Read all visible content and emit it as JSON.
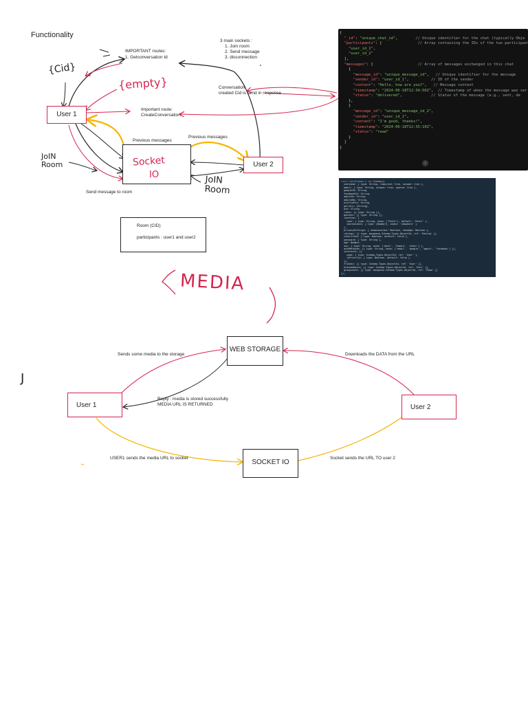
{
  "page": {
    "title": "Functionality"
  },
  "top": {
    "important_routes": [
      "IMPORTANT routes:",
      "1.  Getconversation Id"
    ],
    "main_sockets_title": "3 main sockets :",
    "main_sockets": [
      "1.   Join room",
      "2.   Send message",
      "3.   disconnection"
    ],
    "conversation_note": [
      "Conversation",
      "created Cid is send in response"
    ],
    "create_route": [
      "Important route:",
      "CreateConversation"
    ],
    "prev_messages_left": "Previous messages",
    "prev_messages_right": "Previous messages",
    "send_message": "Send message to room",
    "room_box": [
      "Room (CID)",
      "participants : user1 and user2"
    ],
    "user1": "User 1",
    "user2": "User 2",
    "handwritten": {
      "cid": "{Cid}",
      "empty": "{empty}",
      "join_room_left": [
        "JoIN",
        "Room"
      ],
      "join_room_right": [
        "JoIN",
        "Room"
      ],
      "socket_io": [
        "Socket",
        "IO"
      ]
    }
  },
  "code_chat": [
    [
      [
        "p",
        "{"
      ]
    ],
    [
      [
        "p",
        "  "
      ],
      [
        "k",
        "\"_id\""
      ],
      [
        "p",
        ": "
      ],
      [
        "s",
        "\"unique_chat_id\""
      ],
      [
        "p",
        ",        "
      ],
      [
        "c",
        "// Unique identifier for the chat (typically Obje"
      ]
    ],
    [
      [
        "p",
        "  "
      ],
      [
        "k",
        "\"participants\""
      ],
      [
        "p",
        ": ["
      ],
      [
        "p",
        "                "
      ],
      [
        "c",
        "// Array containing the IDs of the two participant"
      ]
    ],
    [
      [
        "p",
        "    "
      ],
      [
        "s",
        "\"user_id_1\""
      ],
      [
        "p",
        ","
      ]
    ],
    [
      [
        "p",
        "    "
      ],
      [
        "s",
        "\"user_id_2\""
      ]
    ],
    [
      [
        "p",
        "  ],"
      ]
    ],
    [
      [
        "p",
        "  "
      ],
      [
        "k",
        "\"messages\""
      ],
      [
        "p",
        ": ["
      ],
      [
        "p",
        "                    "
      ],
      [
        "c",
        "// Array of messages exchanged in this chat"
      ]
    ],
    [
      [
        "p",
        "    {"
      ]
    ],
    [
      [
        "p",
        "      "
      ],
      [
        "k",
        "\"message_id\""
      ],
      [
        "p",
        ": "
      ],
      [
        "s",
        "\"unique_message_id\""
      ],
      [
        "p",
        ",   "
      ],
      [
        "c",
        "// Unique identifier for the message"
      ]
    ],
    [
      [
        "p",
        "      "
      ],
      [
        "k",
        "\"sender_id\""
      ],
      [
        "p",
        ": "
      ],
      [
        "s",
        "\"user_id_1\""
      ],
      [
        "p",
        ",          "
      ],
      [
        "c",
        "// ID of the sender"
      ]
    ],
    [
      [
        "p",
        "      "
      ],
      [
        "k",
        "\"content\""
      ],
      [
        "p",
        ": "
      ],
      [
        "s",
        "\"Hello, how are you?\""
      ],
      [
        "p",
        ",   "
      ],
      [
        "c",
        "// Message content"
      ]
    ],
    [
      [
        "p",
        "      "
      ],
      [
        "k",
        "\"timestamp\""
      ],
      [
        "p",
        ": "
      ],
      [
        "s",
        "\"2024-06-18T12:34:56Z\""
      ],
      [
        "p",
        ",  "
      ],
      [
        "c",
        "// Timestamp of when the message was ser"
      ]
    ],
    [
      [
        "p",
        "      "
      ],
      [
        "k",
        "\"status\""
      ],
      [
        "p",
        ": "
      ],
      [
        "s",
        "\"delivered\""
      ],
      [
        "p",
        ",             "
      ],
      [
        "c",
        "// Status of the message (e.g., sent, de"
      ]
    ],
    [
      [
        "p",
        "    },"
      ]
    ],
    [
      [
        "p",
        "    {"
      ]
    ],
    [
      [
        "p",
        "      "
      ],
      [
        "k",
        "\"message_id\""
      ],
      [
        "p",
        ": "
      ],
      [
        "s",
        "\"unique_message_id_2\""
      ],
      [
        "p",
        ","
      ]
    ],
    [
      [
        "p",
        "      "
      ],
      [
        "k",
        "\"sender_id\""
      ],
      [
        "p",
        ": "
      ],
      [
        "s",
        "\"user_id_2\""
      ],
      [
        "p",
        ","
      ]
    ],
    [
      [
        "p",
        "      "
      ],
      [
        "k",
        "\"content\""
      ],
      [
        "p",
        ": "
      ],
      [
        "s",
        "\"I'm good, thanks!\""
      ],
      [
        "p",
        ","
      ]
    ],
    [
      [
        "p",
        "      "
      ],
      [
        "k",
        "\"timestamp\""
      ],
      [
        "p",
        ": "
      ],
      [
        "s",
        "\"2024-06-18T12:35:10Z\""
      ],
      [
        "p",
        ","
      ]
    ],
    [
      [
        "p",
        "      "
      ],
      [
        "k",
        "\"status\""
      ],
      [
        "p",
        ": "
      ],
      [
        "s",
        "\"read\""
      ]
    ],
    [
      [
        "p",
        "    }"
      ]
    ],
    [
      [
        "p",
        "  ]"
      ]
    ],
    [
      [
        "p",
        "}"
      ]
    ]
  ],
  "code_schema": [
    [
      [
        "k",
        "const "
      ],
      [
        "b",
        "userSchema"
      ],
      [
        "p",
        " = "
      ],
      [
        "k",
        "new "
      ],
      [
        "y",
        "Schema"
      ],
      [
        "p",
        "({"
      ]
    ],
    [
      [
        "p",
        "  username: { type: String, required: true, unique: true },"
      ]
    ],
    [
      [
        "p",
        "  email: { type: String, unique: true, sparse: true },"
      ]
    ],
    [
      [
        "p",
        "  googleId: String,"
      ]
    ],
    [
      [
        "p",
        "  facebookId: String,"
      ]
    ],
    [
      [
        "p",
        "  appleId: String,"
      ]
    ],
    [
      [
        "p",
        "  mobileNo: String,"
      ]
    ],
    [
      [
        "p",
        "  profilePic: String,"
      ]
    ],
    [
      [
        "p",
        "  gallery: [String],"
      ]
    ],
    [
      [
        "p",
        "  bio: String,"
      ]
    ],
    [
      [
        "p",
        "  likes: [{ type: String }],"
      ]
    ],
    [
      [
        "p",
        "  matches: [{ type: String }],"
      ]
    ],
    [
      [
        "p",
        "  location: {"
      ]
    ],
    [
      [
        "p",
        "    type: { type: String, enum: ['Point'], default: 'Point' },"
      ]
    ],
    [
      [
        "p",
        "    coordinates: { type: [Number], index: '2dsphere' }"
      ]
    ],
    [
      [
        "p",
        "  },"
      ]
    ],
    [
      [
        "p",
        "  privacySettings: { showLocation: Boolean, showAge: Boolean },"
      ]
    ],
    [
      [
        "p",
        "  ratings: [{ type: mongoose.Schema.Types.ObjectId, ref: 'Rating' }],"
      ]
    ],
    [
      [
        "p",
        "  isVerified: { type: Boolean, default: false },"
      ]
    ],
    [
      [
        "p",
        "  password: { type: String },"
      ]
    ],
    [
      [
        "p",
        "  age: Number,"
      ]
    ],
    [
      [
        "p",
        "  sex: { type: String, enum: ['male', 'female', 'other'] },"
      ]
    ],
    [
      [
        "p",
        "  authMethods: [{ type: String, enum: ['email', 'google', 'apple', 'facebook'] }],"
      ]
    ],
    [
      [
        "p",
        "  interests: [{"
      ]
    ],
    [
      [
        "p",
        "    name: { type: Schema.Types.ObjectId, ref: 'User' },"
      ]
    ],
    [
      [
        "p",
        "    isPriority: { type: Boolean, default: false }"
      ]
    ],
    [
      [
        "p",
        "  }],"
      ]
    ],
    [
      [
        "p",
        "  friends: [{ type: Schema.Types.ObjectId, ref: 'User' }],"
      ]
    ],
    [
      [
        "p",
        "  blockedUsers: [{ type: Schema.Types.ObjectId, ref: 'User' }],"
      ]
    ],
    [
      [
        "p",
        "  groupchats: [{ type: mongoose.Schema.Types.ObjectId, ref: 'Room' }]"
      ]
    ],
    [
      [
        "p",
        "});"
      ]
    ]
  ],
  "media": {
    "title": "MEDIA",
    "web_storage": "WEB STORAGE",
    "socket_io": "SOCKET IO",
    "user1": "User 1",
    "user2": "User 2",
    "sends_media": "Sends some media to the storage",
    "downloads": "Downloads the DATA from the URL",
    "reply": [
      "Reply : media is stored successfully",
      "MEDIA URL IS RETURNED"
    ],
    "user1_sends_url": "USER1 sends the media URL to socket",
    "socket_sends_url": "Socket sends the URL TO user 2",
    "side_mark": "J"
  },
  "colors": {
    "red": "#d5234e",
    "yellow": "#f5b400",
    "black": "#222222",
    "code_bg": "#121212",
    "schema_bg": "#1b2b3a"
  }
}
